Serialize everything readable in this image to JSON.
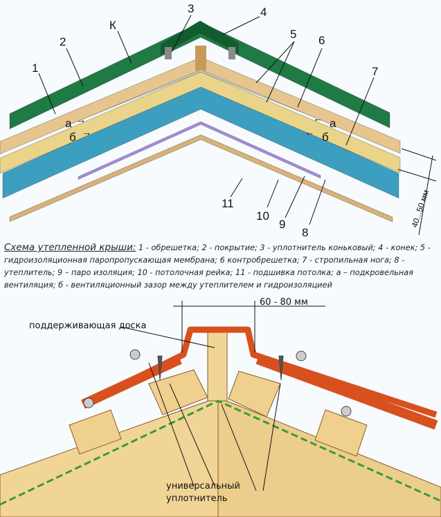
{
  "top_diagram": {
    "labels": {
      "n1": "1",
      "n2": "2",
      "k": "К",
      "n3": "3",
      "n4": "4",
      "n5": "5",
      "n6": "6",
      "n7": "7",
      "n8": "8",
      "n9": "9",
      "n10": "10",
      "n11": "11",
      "a_left": "а",
      "a_right": "а",
      "b_left": "б",
      "b_right": "б",
      "dimension": "40...50 мм"
    },
    "colors": {
      "roofing": "#1f7a45",
      "wood": "#e7c58f",
      "insulation_yellow": "#e9d48a",
      "insulation_blue": "#3d9fc0",
      "vapor": "#a58ce0",
      "lining": "#d9b27a"
    }
  },
  "caption": {
    "title": "Схема утепленной крыши:",
    "text": " 1 - обрешетка; 2 - покрытие; 3 - уплотнитель коньковый; 4 - конек; 5 - гидроизоляционная паропропускающая мембрана; 6 контробрешетка; 7 - стропильная нога; 8 - утеплитель; 9 – паро изоляция; 10 - потолочная рейка; 11 - подшивка потолка; а – подкровельная вентиляция; б - вентиляционный зазор между утеплителем и гидроизоляцией"
  },
  "bottom_diagram": {
    "dimension": "60 - 80 мм",
    "support_board": "поддерживающая доска",
    "sealant_line1": "универсальный",
    "sealant_line2": "уплотнитель",
    "colors": {
      "ridge": "#d8501e",
      "wood": "#f1d597",
      "sealant": "#3a9a3a"
    }
  }
}
